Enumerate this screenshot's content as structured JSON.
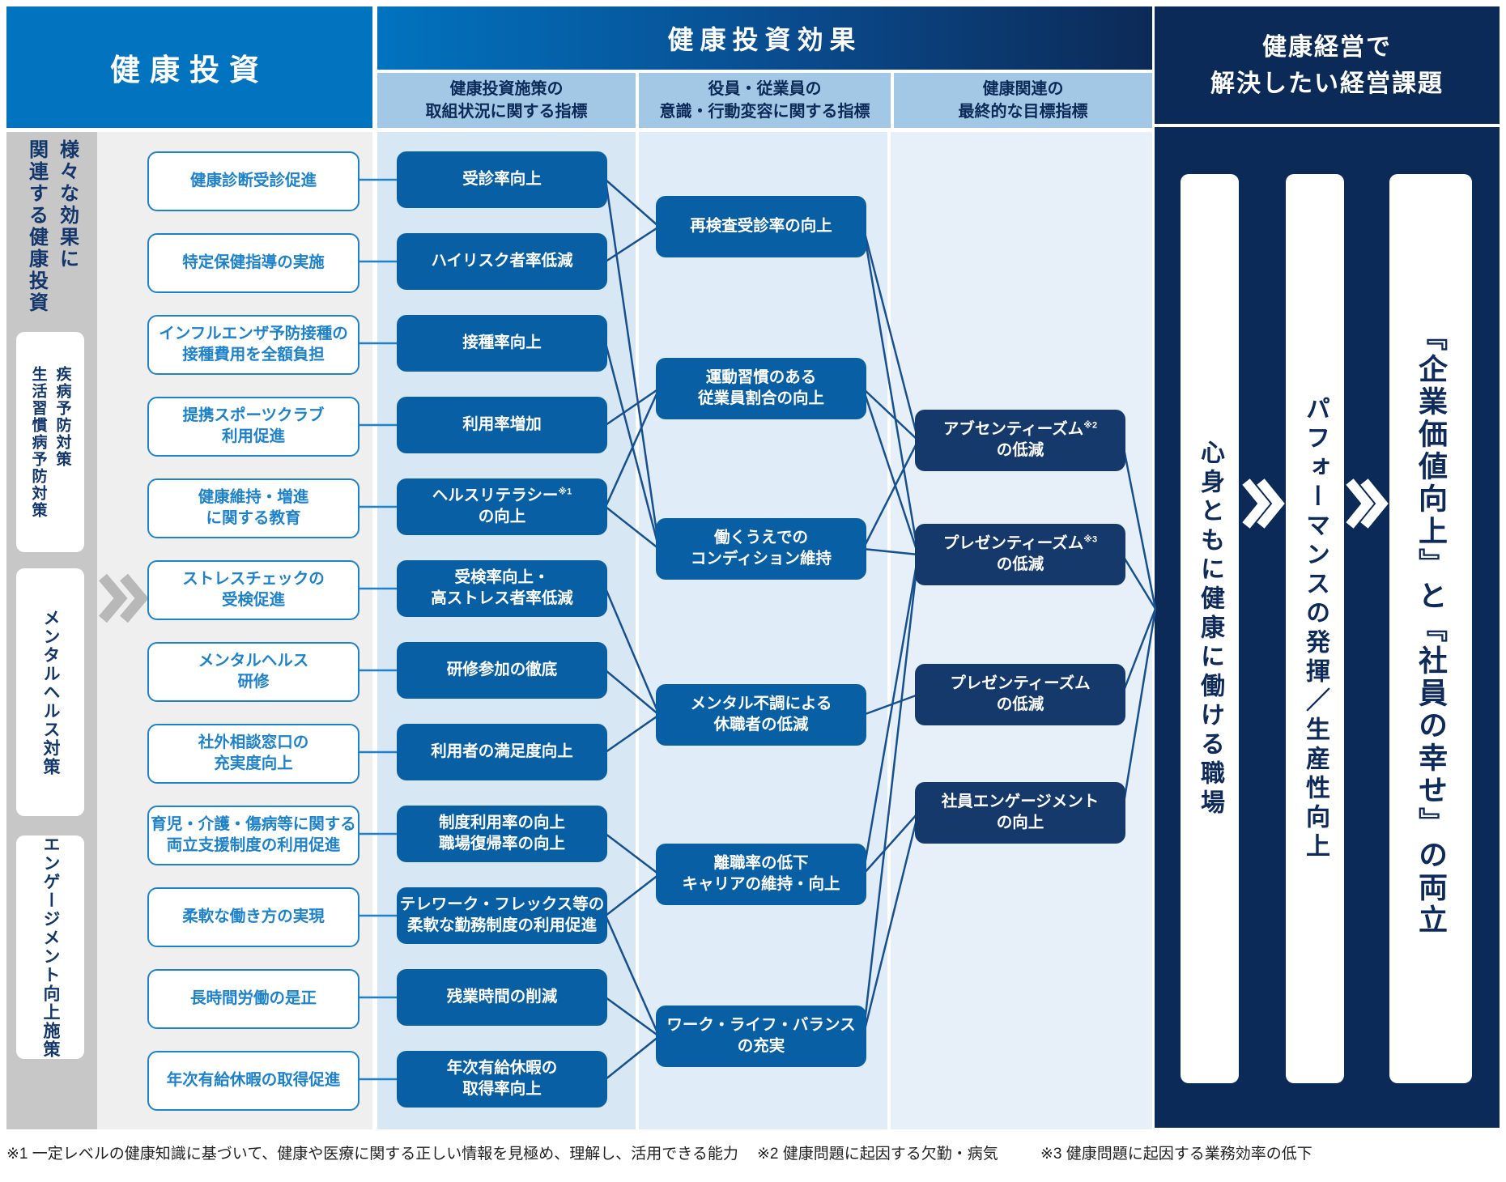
{
  "header": {
    "left_title": "健康投資",
    "center_title": "健康投資効果",
    "right_title_lines": [
      "健康経営で",
      "解決したい経営課題"
    ],
    "subheaders": [
      {
        "lines": [
          "健康投資施策の",
          "取組状況に関する指標"
        ]
      },
      {
        "lines": [
          "役員・従業員の",
          "意識・行動変容に関する指標"
        ]
      },
      {
        "lines": [
          "健康関連の",
          "最終的な目標指標"
        ]
      }
    ]
  },
  "categories": {
    "main_cols": [
      "様々な効果に",
      "関連する健康投資"
    ],
    "groups": [
      {
        "cols": [
          "疾病予防対策",
          "生活習慣病予防対策"
        ]
      },
      {
        "cols": [
          "メンタルヘルス対策"
        ]
      },
      {
        "cols": [
          "エンゲージメント向上施策"
        ]
      }
    ]
  },
  "columns": {
    "col1": [
      {
        "lines": [
          "健康診断受診促進"
        ]
      },
      {
        "lines": [
          "特定保健指導の実施"
        ]
      },
      {
        "lines": [
          "インフルエンザ予防接種の",
          "接種費用を全額負担"
        ]
      },
      {
        "lines": [
          "提携スポーツクラブ",
          "利用促進"
        ]
      },
      {
        "lines": [
          "健康維持・増進",
          "に関する教育"
        ]
      },
      {
        "lines": [
          "ストレスチェックの",
          "受検促進"
        ]
      },
      {
        "lines": [
          "メンタルヘルス",
          "研修"
        ]
      },
      {
        "lines": [
          "社外相談窓口の",
          "充実度向上"
        ]
      },
      {
        "lines": [
          "育児・介護・傷病等に関する",
          "両立支援制度の利用促進"
        ]
      },
      {
        "lines": [
          "柔軟な働き方の実現"
        ]
      },
      {
        "lines": [
          "長時間労働の是正"
        ]
      },
      {
        "lines": [
          "年次有給休暇の取得促進"
        ]
      }
    ],
    "col2": [
      {
        "lines": [
          "受診率向上"
        ]
      },
      {
        "lines": [
          "ハイリスク者率低減"
        ]
      },
      {
        "lines": [
          "接種率向上"
        ]
      },
      {
        "lines": [
          "利用率増加"
        ]
      },
      {
        "lines": [
          "ヘルスリテラシー|※1",
          "の向上"
        ]
      },
      {
        "lines": [
          "受検率向上・",
          "高ストレス者率低減"
        ]
      },
      {
        "lines": [
          "研修参加の徹底"
        ]
      },
      {
        "lines": [
          "利用者の満足度向上"
        ]
      },
      {
        "lines": [
          "制度利用率の向上",
          "職場復帰率の向上"
        ]
      },
      {
        "lines": [
          "テレワーク・フレックス等の",
          "柔軟な勤務制度の利用促進"
        ]
      },
      {
        "lines": [
          "残業時間の削減"
        ]
      },
      {
        "lines": [
          "年次有給休暇の",
          "取得率向上"
        ]
      }
    ],
    "col3": [
      {
        "lines": [
          "再検査受診率の向上"
        ]
      },
      {
        "lines": [
          "運動習慣のある",
          "従業員割合の向上"
        ]
      },
      {
        "lines": [
          "働くうえでの",
          "コンディション維持"
        ]
      },
      {
        "lines": [
          "メンタル不調による",
          "休職者の低減"
        ]
      },
      {
        "lines": [
          "離職率の低下",
          "キャリアの維持・向上"
        ]
      },
      {
        "lines": [
          "ワーク・ライフ・バランス",
          "の充実"
        ]
      }
    ],
    "col4": [
      {
        "lines": [
          "アブセンティーズム|※2",
          "の低減"
        ]
      },
      {
        "lines": [
          "プレゼンティーズム|※3",
          "の低減"
        ]
      },
      {
        "lines": [
          "プレゼンティーズム",
          "の低減"
        ]
      },
      {
        "lines": [
          "社員エンゲージメント",
          "の向上"
        ]
      }
    ]
  },
  "outcomes": [
    "心身ともに健康に働ける職場",
    "パフォーマンスの発揮／生産性向上",
    "『企業価値向上』と『社員の幸せ』の両立"
  ],
  "links": {
    "col1_to_col2": [
      0,
      1,
      2,
      3,
      4,
      5,
      6,
      7,
      8,
      9,
      10,
      11
    ],
    "col2_to_col3": [
      [
        0,
        0
      ],
      [
        1,
        0
      ],
      [
        0,
        2
      ],
      [
        2,
        2
      ],
      [
        3,
        1
      ],
      [
        4,
        1
      ],
      [
        4,
        2
      ],
      [
        5,
        3
      ],
      [
        6,
        3
      ],
      [
        7,
        3
      ],
      [
        8,
        4
      ],
      [
        9,
        4
      ],
      [
        9,
        5
      ],
      [
        10,
        5
      ],
      [
        11,
        5
      ]
    ],
    "col3_to_col4": [
      [
        0,
        0
      ],
      [
        0,
        1
      ],
      [
        1,
        0
      ],
      [
        1,
        1
      ],
      [
        2,
        0
      ],
      [
        2,
        1
      ],
      [
        3,
        2
      ],
      [
        4,
        1
      ],
      [
        4,
        3
      ],
      [
        5,
        1
      ],
      [
        5,
        3
      ]
    ],
    "col4_to_goal": [
      0,
      1,
      2,
      3
    ]
  },
  "footnotes": [
    "※1 一定レベルの健康知識に基づいて、健康や医療に関する正しい情報を見極め、理解し、活用できる能力",
    "※2 健康問題に起因する欠勤・病気",
    "※3 健康問題に起因する業務効率の低下"
  ],
  "colors": {
    "primary_blue": "#0173bf",
    "navy": "#0c2a57",
    "box_blue": "#085fa4",
    "box_navy": "#16396b",
    "subheader_blue": "#a2c8e6",
    "line_blue": "#17508f",
    "col1_accent": "#1e82cb",
    "gray_bar": "#c7c7c7",
    "chevron_gray": "#b8b8b8"
  }
}
